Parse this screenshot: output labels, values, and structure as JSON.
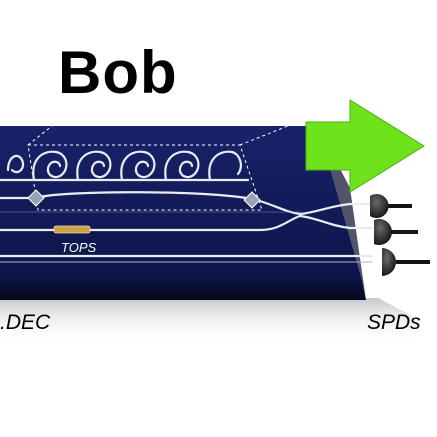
{
  "diagram": {
    "title": "Bob",
    "chip_labels": {
      "tops": "TOPS"
    },
    "side_labels": {
      "left": ".DEC",
      "right": "SPDs"
    },
    "colors": {
      "chip_top": "#101a56",
      "chip_side": "#0a1036",
      "waveguide": "#e8ecf4",
      "arrow": "#6ee31b",
      "heater": "#c9a24a",
      "detector": "#222222",
      "dashed_outline": "#ffffff"
    },
    "elements": {
      "arrow_icon": "green-right-arrow",
      "detector_icons": [
        "single-photon-detector",
        "single-photon-detector",
        "single-photon-detector"
      ],
      "delay_line": "spiral-delay-line",
      "interferometer": "unbalanced-mach-zehnder",
      "phase_shifter": "thermo-optic-phase-shifter"
    }
  }
}
